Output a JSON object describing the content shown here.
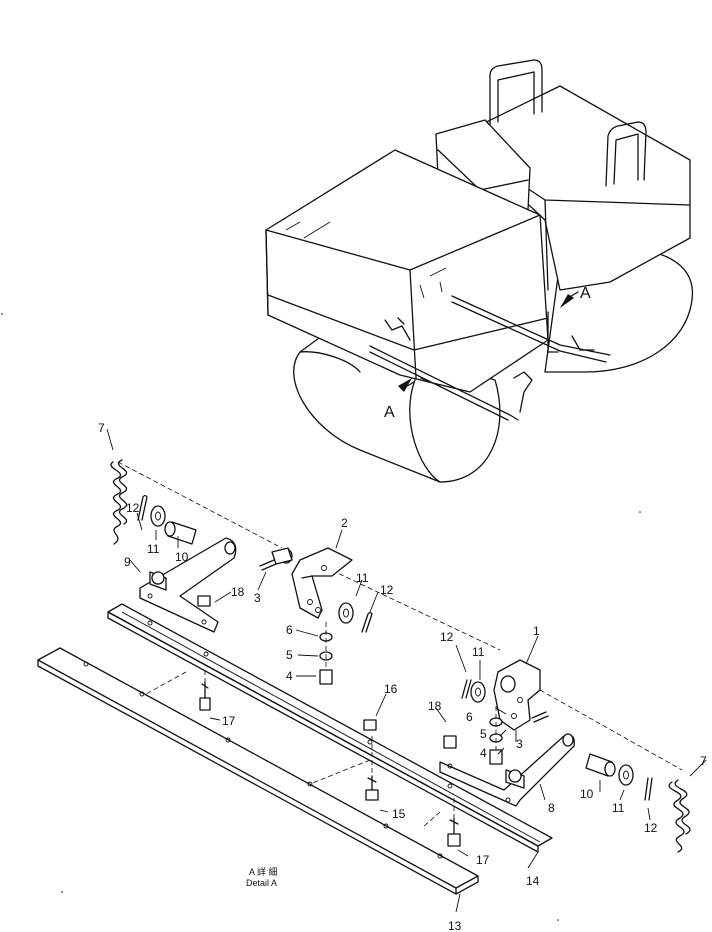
{
  "machine": {
    "view_marker_left": "A",
    "view_marker_right": "A"
  },
  "detail": {
    "caption_line1": "A 詳 細",
    "caption_line2": "Detail A"
  },
  "callouts": [
    {
      "id": "c1",
      "text": "1"
    },
    {
      "id": "c2",
      "text": "2"
    },
    {
      "id": "c3l",
      "text": "3"
    },
    {
      "id": "c3r",
      "text": "3"
    },
    {
      "id": "c4l",
      "text": "4"
    },
    {
      "id": "c4r",
      "text": "4"
    },
    {
      "id": "c5l",
      "text": "5"
    },
    {
      "id": "c5r",
      "text": "5"
    },
    {
      "id": "c6l",
      "text": "6"
    },
    {
      "id": "c6r",
      "text": "6"
    },
    {
      "id": "c7l",
      "text": "7"
    },
    {
      "id": "c7r",
      "text": "7"
    },
    {
      "id": "c8",
      "text": "8"
    },
    {
      "id": "c9",
      "text": "9"
    },
    {
      "id": "c10l",
      "text": "10"
    },
    {
      "id": "c10r",
      "text": "10"
    },
    {
      "id": "c11a",
      "text": "11"
    },
    {
      "id": "c11b",
      "text": "11"
    },
    {
      "id": "c11c",
      "text": "11"
    },
    {
      "id": "c11d",
      "text": "11"
    },
    {
      "id": "c12a",
      "text": "12"
    },
    {
      "id": "c12b",
      "text": "12"
    },
    {
      "id": "c12c",
      "text": "12"
    },
    {
      "id": "c12d",
      "text": "12"
    },
    {
      "id": "c13",
      "text": "13"
    },
    {
      "id": "c14",
      "text": "14"
    },
    {
      "id": "c15",
      "text": "15"
    },
    {
      "id": "c16",
      "text": "16"
    },
    {
      "id": "c17a",
      "text": "17"
    },
    {
      "id": "c17b",
      "text": "17"
    },
    {
      "id": "c18l",
      "text": "18"
    },
    {
      "id": "c18r",
      "text": "18"
    }
  ]
}
